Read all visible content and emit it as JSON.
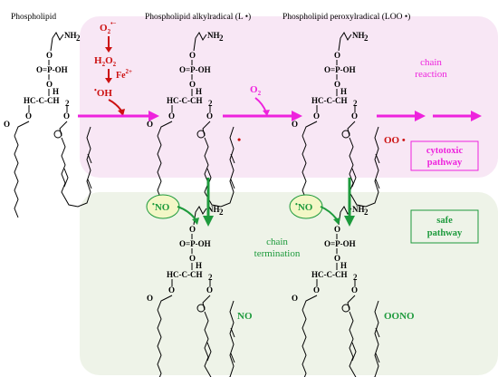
{
  "headers": {
    "phospholipid": "Phospholipid",
    "alkyl": "Phospholipid  alkylradical (L •)",
    "peroxyl": "Phospholipid peroxylradical (LOO •)"
  },
  "reagents": {
    "superoxide": "O",
    "superoxide_sub": "2",
    "superoxide_sup": "•−",
    "h2o2": "H",
    "h2o2_sub1": "2",
    "h2o2_o": "O",
    "h2o2_sub2": "2",
    "fe": "Fe",
    "fe_sup": "2+",
    "oh_dot": "•",
    "oh": "OH",
    "o2": "O",
    "o2_sub": "2",
    "no1_dot": "•",
    "no1": "NO",
    "no2_dot": "•",
    "no2": "NO"
  },
  "labels": {
    "chain_reaction_1": "chain",
    "chain_reaction_2": "reaction",
    "cytotoxic_1": "cytotoxic",
    "cytotoxic_2": "pathway",
    "chain_termination_1": "chain",
    "chain_termination_2": "termination",
    "safe_1": "safe",
    "safe_2": "pathway"
  },
  "radicals": {
    "alkyl_dot": "•",
    "peroxyl": "OO •",
    "nitroso": "NO",
    "peroxynitrite": "OONO"
  },
  "chem_text": {
    "nh2": "NH",
    "nh2_sub": "2",
    "o": "O",
    "po": "O=P-OH",
    "backbone": "HC-C-CH",
    "backbone_sub": "2",
    "h": "H",
    "oneg": "O"
  },
  "colors": {
    "pink_panel": "#f8e7f5",
    "green_panel": "#eef3e8",
    "magenta": "#ee22dd",
    "red": "#cc1111",
    "green": "#1d9a3c",
    "no_ellipse": "#f3f7c6"
  }
}
